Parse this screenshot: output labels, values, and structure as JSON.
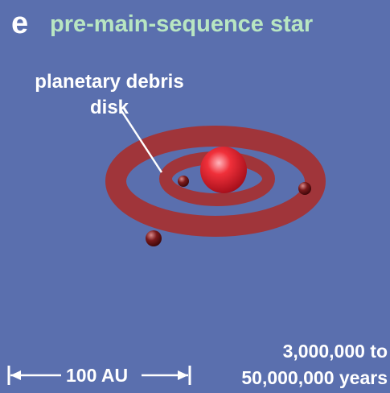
{
  "panel": {
    "letter": "e",
    "title": "pre-main-sequence star"
  },
  "disk_label": {
    "line1": "planetary debris",
    "line2": "disk"
  },
  "scale_bar": {
    "label": "100 AU"
  },
  "age": {
    "line1": "3,000,000 to",
    "line2": "50,000,000 years"
  },
  "colors": {
    "background": "#5a6fae",
    "title": "#b8e6c2",
    "disk_ring": "#a0353a",
    "star": "#e8242e",
    "planet": "#7a1a1c"
  }
}
